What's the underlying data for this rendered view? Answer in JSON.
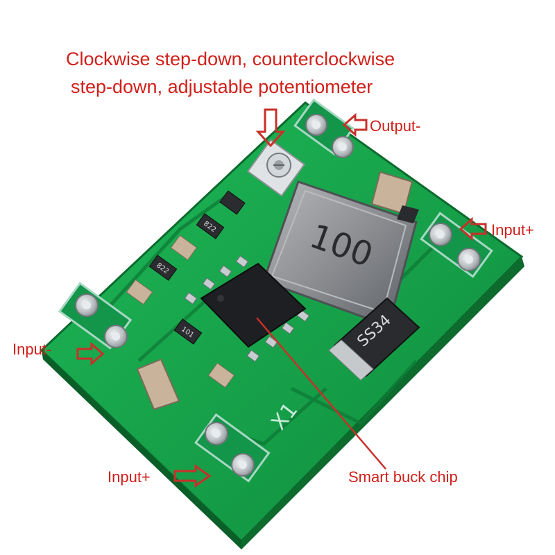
{
  "annotations": {
    "potentiometer_line1": "Clockwise step-down, counterclockwise",
    "potentiometer_line2": "step-down, adjustable potentiometer",
    "output_minus": "Output-",
    "input_plus_right": "Input+",
    "input_minus": "Input-",
    "input_plus_bottom": "Input+",
    "smart_buck_chip": "Smart buck chip"
  },
  "markings": {
    "inductor": "100",
    "diode": "SS34",
    "silk_x1": "X1",
    "resistor_a": "822",
    "resistor_b": "822",
    "resistor_c": "101"
  },
  "colors": {
    "label_red": "#d0201a",
    "arrow_red": "#c8302a",
    "board_green": "#16a84a",
    "board_dark": "#0e7a34",
    "pad_outline": "#a8d8c4",
    "pin_silver": "#cfd3d6",
    "chip_black": "#1e1f22",
    "inductor_grey": "#8d8f93"
  }
}
